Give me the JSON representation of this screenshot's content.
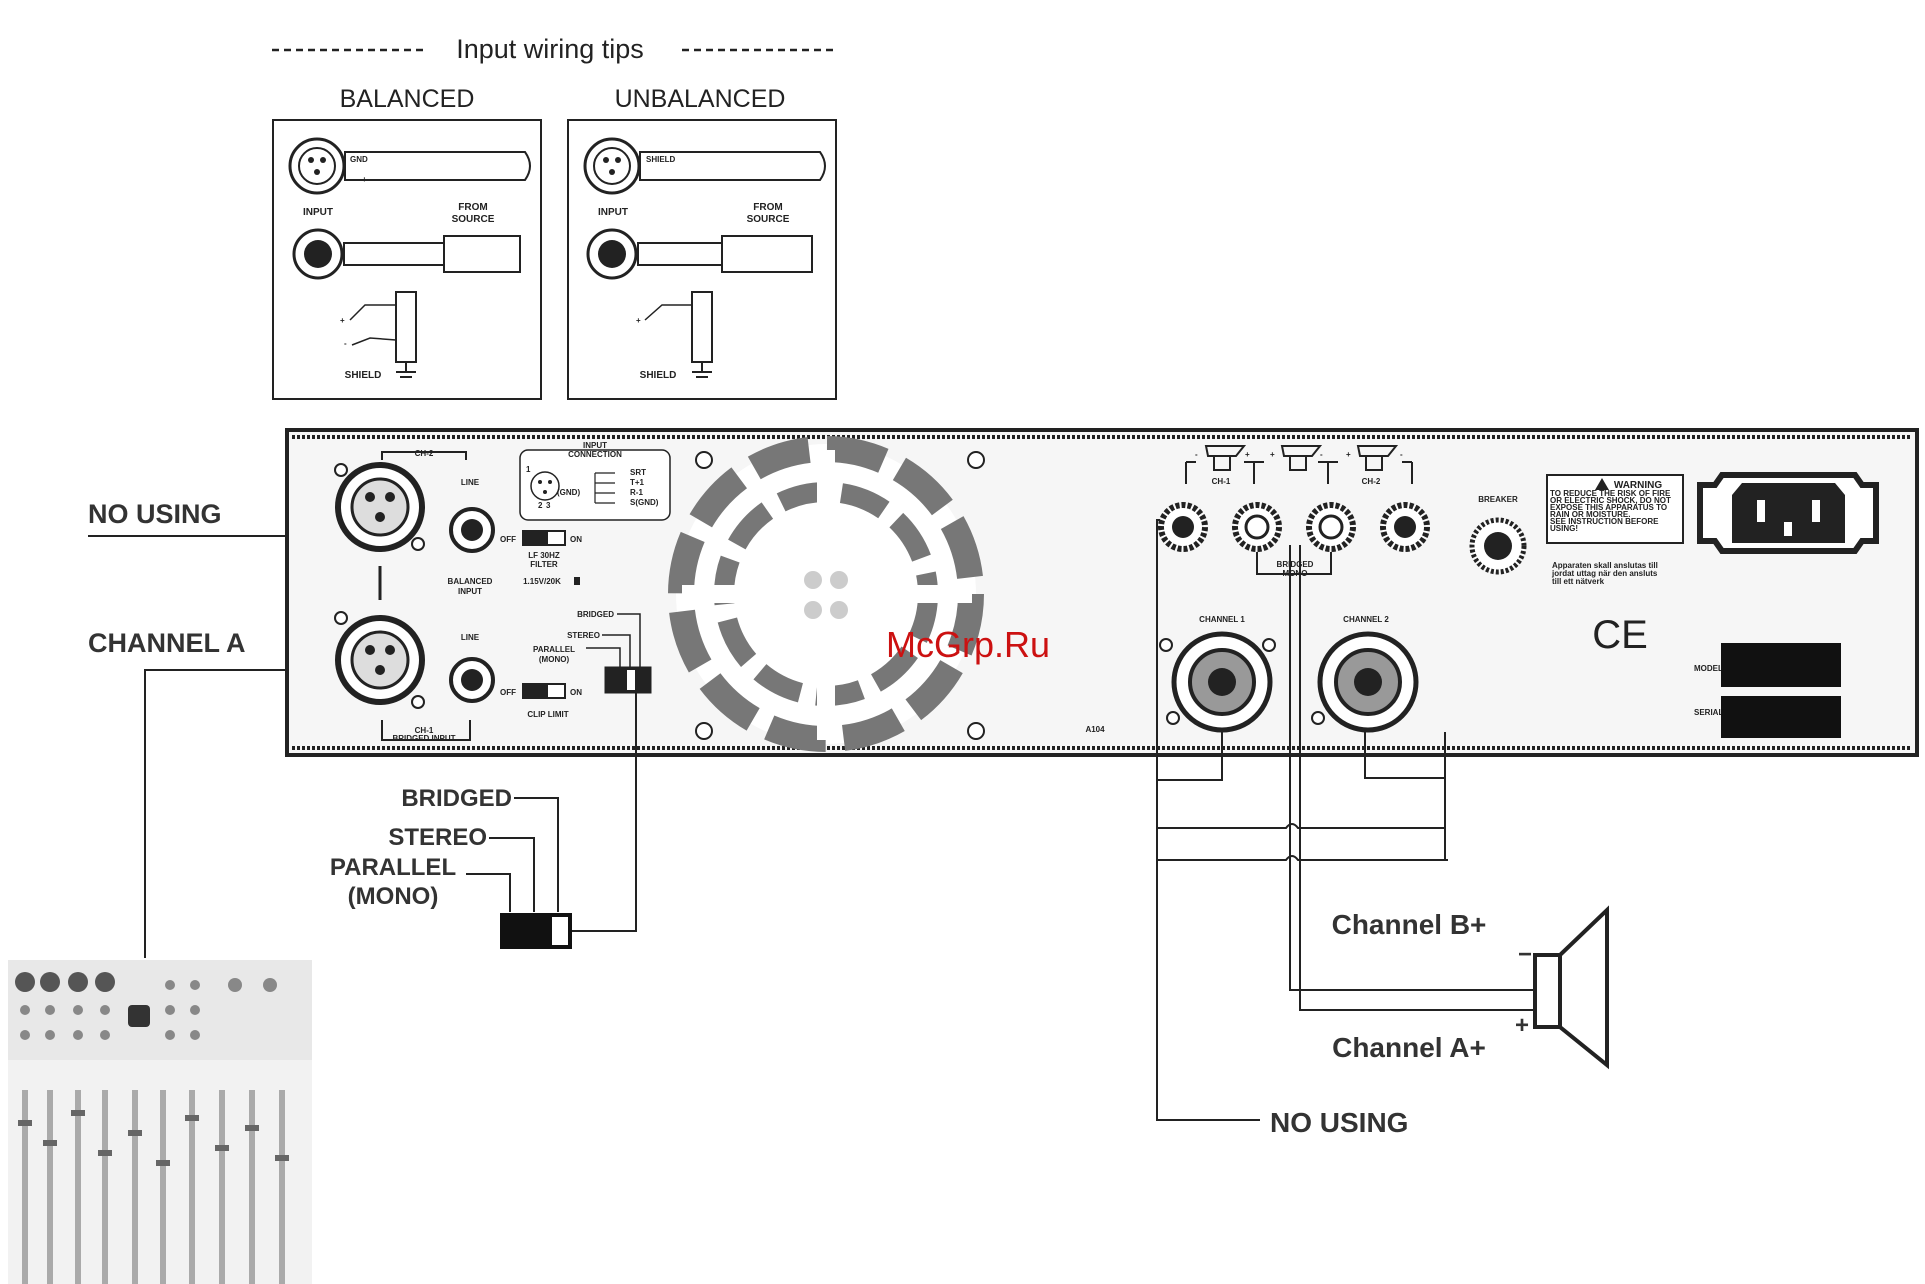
{
  "header": {
    "title": "Input wiring tips"
  },
  "wiring": {
    "balanced": {
      "title": "BALANCED",
      "input": "INPUT",
      "from_source": "FROM\nSOURCE",
      "shield": "SHIELD",
      "gnd": "GND",
      "plus": "+",
      "minus": "-",
      "xplus": "+",
      "xminus": "-"
    },
    "unbalanced": {
      "title": "UNBALANCED",
      "input": "INPUT",
      "from_source": "FROM\nSOURCE",
      "shield": "SHIELD",
      "shield_small": "SHIELD",
      "plus": "+",
      "xplus": "+"
    }
  },
  "panel": {
    "ch2": "CH-2",
    "line1": "LINE",
    "line2": "LINE",
    "balanced_input": "BALANCED\nINPUT",
    "ch1_bridged": "CH-1\nBRIDGED INPUT",
    "input_connection": "INPUT\nCONNECTION",
    "ic_labels": [
      "SRT",
      "T+1",
      "R-1",
      "S(GND)"
    ],
    "ic_gnd": "(GND)",
    "ic_nums": [
      "1",
      "2",
      "3"
    ],
    "off1": "OFF",
    "on1": "ON",
    "lf_filter": "LF 30HZ\nFILTER",
    "sens": "1.15V/20K",
    "mode_bridged": "BRIDGED",
    "mode_stereo": "STEREO",
    "mode_parallel": "PARALLEL\n(MONO)",
    "off2": "OFF",
    "on2": "ON",
    "clip_limit": "CLIP LIMIT",
    "model_code": "A104",
    "spk_ch1": "CH-1",
    "spk_ch2": "CH-2",
    "spk_signs": [
      "-",
      "+",
      "+",
      "-",
      "+",
      "-"
    ],
    "bridged_mono": "BRIDGED\nMONO",
    "channel1": "CHANNEL 1",
    "channel2": "CHANNEL 2",
    "breaker": "BREAKER",
    "warning_title": "WARNING",
    "warning_text": "TO REDUCE THE RISK OF FIRE\nOR ELECTRIC SHOCK, DO NOT\nEXPOSE THIS APPARATUS TO\nRAIN OR MOISTURE.\nSEE INSTRUCTION BEFORE\nUSING!",
    "nordic_text": "Apparaten skall anslutas till\njordat uttag när den ansluts\ntill ett nätverk",
    "ce": "CE",
    "model_label": "MODEL",
    "serial_label": "SERIAL"
  },
  "labels": {
    "no_using_left": "NO USING",
    "channel_a": "CHANNEL A",
    "bridged": "BRIDGED",
    "stereo": "STEREO",
    "parallel": "PARALLEL\n(MONO)",
    "channel_b_plus": "Channel B+",
    "channel_a_plus": "Channel A+",
    "minus": "−",
    "plus": "+",
    "no_using_bottom": "NO USING"
  },
  "watermark": "McGrp.Ru",
  "colors": {
    "ink": "#222222",
    "panel_bg": "#f6f6f6",
    "watermark": "#cc1111",
    "fan_gray": "#777777"
  }
}
